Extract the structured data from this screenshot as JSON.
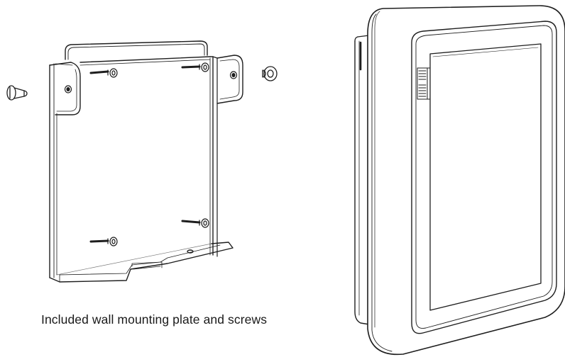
{
  "caption": "Included wall mounting plate and screws",
  "colors": {
    "line": "#1e1e1e",
    "background": "#ffffff",
    "screen_fill": "#ffffff",
    "bezel_fill": "#ffffff"
  },
  "parts": {
    "bracket": "wall-mounting-plate",
    "screws": "screw-icons",
    "device": "touch-panel-display"
  }
}
